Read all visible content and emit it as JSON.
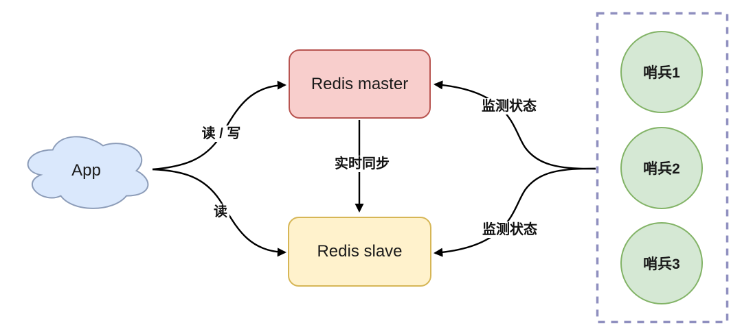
{
  "nodes": {
    "app": {
      "label": "App",
      "fill": "#dae8fc",
      "stroke": "#8c9cb8"
    },
    "redis_master": {
      "label": "Redis master",
      "fill": "#f8cecc",
      "stroke": "#b85450"
    },
    "redis_slave": {
      "label": "Redis slave",
      "fill": "#fff2cc",
      "stroke": "#d6b656"
    },
    "sentinels": [
      {
        "label": "哨兵1"
      },
      {
        "label": "哨兵2"
      },
      {
        "label": "哨兵3"
      }
    ],
    "sentinel_style": {
      "fill": "#d5e8d4",
      "stroke": "#82b366"
    },
    "sentinel_group_stroke": "#8f8fbf"
  },
  "edges": {
    "line_color": "#000000",
    "app_to_master": {
      "label": "读 / 写"
    },
    "app_to_slave": {
      "label": "读"
    },
    "master_to_slave": {
      "label": "实时同步"
    },
    "sentinels_to_master": {
      "label": "监测状态"
    },
    "sentinels_to_slave": {
      "label": "监测状态"
    }
  }
}
